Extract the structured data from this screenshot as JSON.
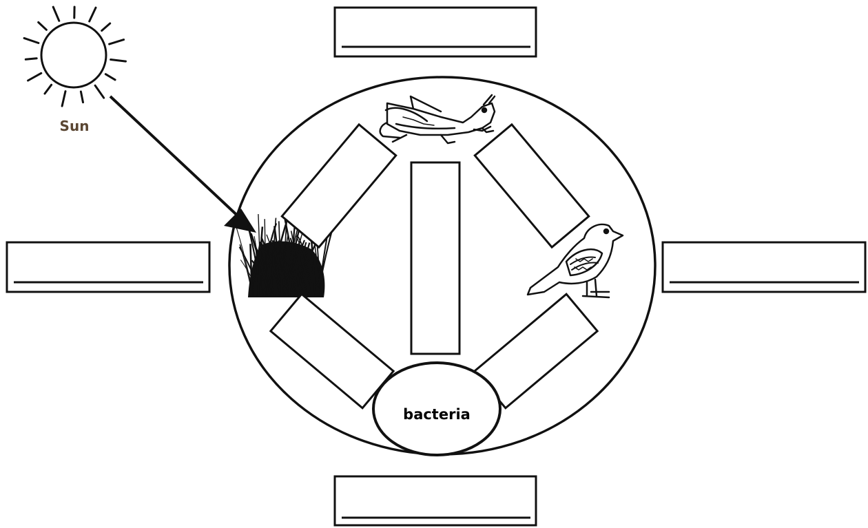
{
  "diagram": {
    "sun": {
      "label": "Sun",
      "label_color": "#5a4632"
    },
    "decomposer": {
      "label": "bacteria"
    },
    "organisms": {
      "producer": "grass",
      "primary_consumer": "grasshopper",
      "secondary_consumer": "bird"
    },
    "line_color": "#111111"
  }
}
